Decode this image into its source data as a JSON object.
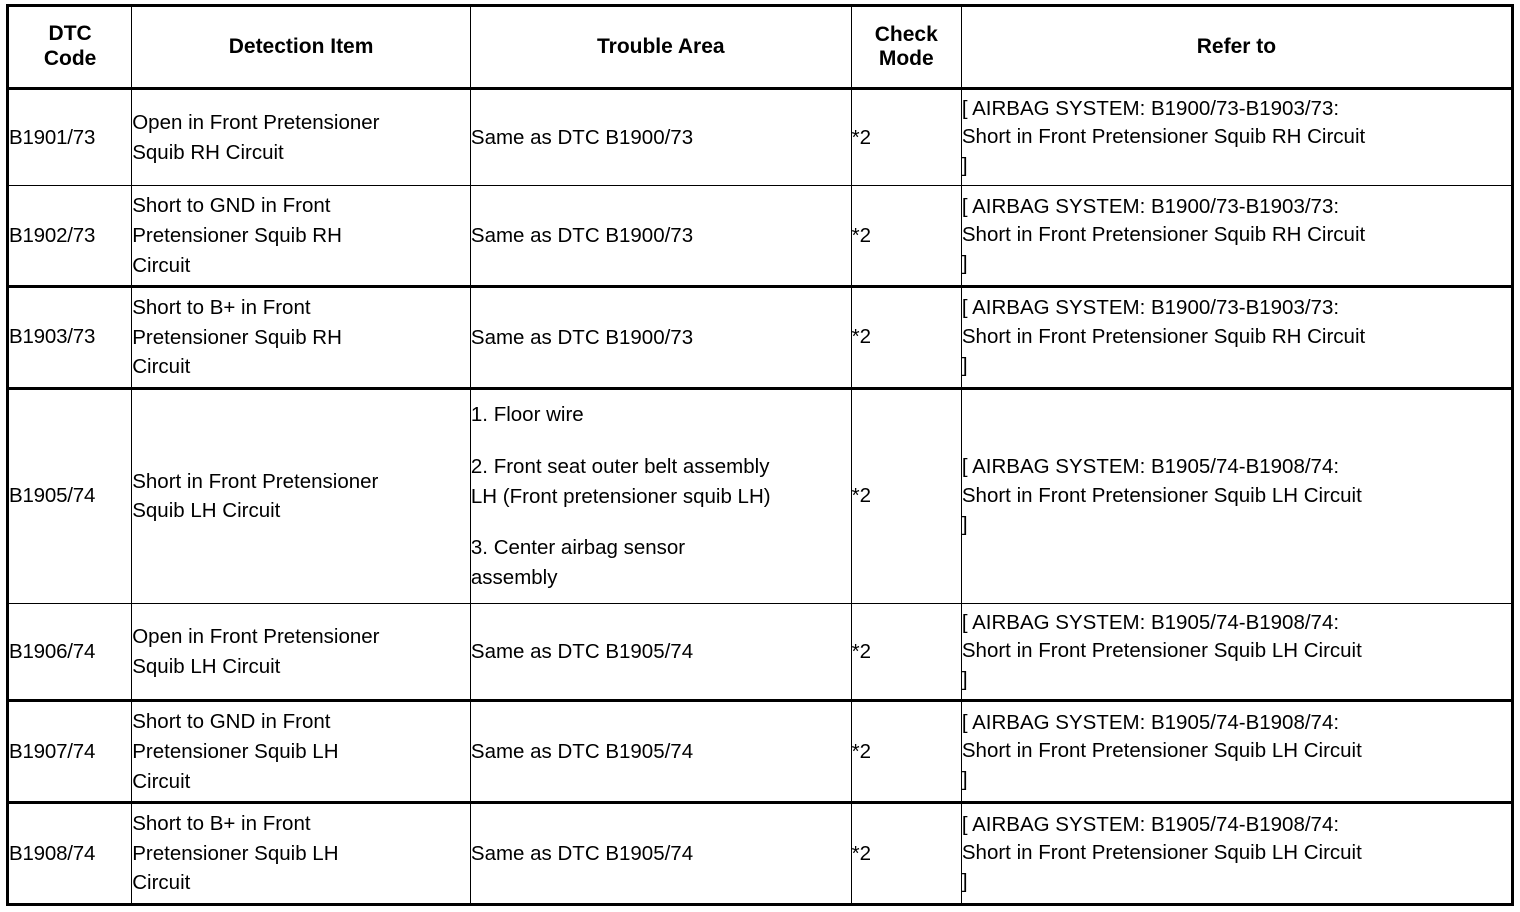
{
  "table": {
    "columns": [
      {
        "key": "dtc_code",
        "label": "DTC\nCode"
      },
      {
        "key": "detection_item",
        "label": "Detection Item"
      },
      {
        "key": "trouble_area",
        "label": "Trouble Area"
      },
      {
        "key": "check_mode",
        "label": "Check\nMode"
      },
      {
        "key": "refer_to",
        "label": "Refer to"
      }
    ],
    "header_labels": {
      "dtc_code_line1": "DTC",
      "dtc_code_line2": "Code",
      "detection_item": "Detection Item",
      "trouble_area": "Trouble Area",
      "check_mode_line1": "Check",
      "check_mode_line2": "Mode",
      "refer_to": "Refer to"
    },
    "rows": [
      {
        "dtc_code": "B1901/73",
        "detection_item": [
          "Open in Front Pretensioner",
          "Squib RH Circuit"
        ],
        "trouble_area": [
          "Same as DTC B1900/73"
        ],
        "check_mode": "*2",
        "refer_to": [
          "[ AIRBAG SYSTEM: B1900/73-B1903/73:",
          "Short in Front Pretensioner Squib RH Circuit",
          "]"
        ]
      },
      {
        "dtc_code": "B1902/73",
        "detection_item": [
          "Short to GND in Front",
          "Pretensioner Squib RH",
          "Circuit"
        ],
        "trouble_area": [
          "Same as DTC B1900/73"
        ],
        "check_mode": "*2",
        "refer_to": [
          "[ AIRBAG SYSTEM: B1900/73-B1903/73:",
          "Short in Front Pretensioner Squib RH Circuit",
          "]"
        ]
      },
      {
        "dtc_code": "B1903/73",
        "detection_item": [
          "Short to B+ in Front",
          "Pretensioner Squib RH",
          "Circuit"
        ],
        "trouble_area": [
          "Same as DTC B1900/73"
        ],
        "check_mode": "*2",
        "refer_to": [
          "[ AIRBAG SYSTEM: B1900/73-B1903/73:",
          "Short in Front Pretensioner Squib RH Circuit",
          "]"
        ]
      },
      {
        "dtc_code": "B1905/74",
        "detection_item": [
          "Short in Front Pretensioner",
          "Squib LH Circuit"
        ],
        "trouble_area_list": [
          [
            "1. Floor wire"
          ],
          [
            "2. Front seat outer belt assembly",
            "LH (Front pretensioner squib LH)"
          ],
          [
            "3. Center airbag sensor",
            "assembly"
          ]
        ],
        "check_mode": "*2",
        "refer_to": [
          "[ AIRBAG SYSTEM: B1905/74-B1908/74:",
          "Short in Front Pretensioner Squib LH Circuit",
          "]"
        ]
      },
      {
        "dtc_code": "B1906/74",
        "detection_item": [
          "Open in Front Pretensioner",
          "Squib LH Circuit"
        ],
        "trouble_area": [
          "Same as DTC B1905/74"
        ],
        "check_mode": "*2",
        "refer_to": [
          "[ AIRBAG SYSTEM: B1905/74-B1908/74:",
          "Short in Front Pretensioner Squib LH Circuit",
          "]"
        ]
      },
      {
        "dtc_code": "B1907/74",
        "detection_item": [
          "Short to GND in Front",
          "Pretensioner Squib LH",
          "Circuit"
        ],
        "trouble_area": [
          "Same as DTC B1905/74"
        ],
        "check_mode": "*2",
        "refer_to": [
          "[ AIRBAG SYSTEM: B1905/74-B1908/74:",
          "Short in Front Pretensioner Squib LH Circuit",
          "]"
        ]
      },
      {
        "dtc_code": "B1908/74",
        "detection_item": [
          "Short to B+ in Front",
          "Pretensioner Squib LH",
          "Circuit"
        ],
        "trouble_area": [
          "Same as DTC B1905/74"
        ],
        "check_mode": "*2",
        "refer_to": [
          "[ AIRBAG SYSTEM: B1905/74-B1908/74:",
          "Short in Front Pretensioner Squib LH Circuit",
          "]"
        ]
      }
    ]
  },
  "colors": {
    "text": "#000000",
    "background": "#ffffff",
    "border": "#000000"
  }
}
